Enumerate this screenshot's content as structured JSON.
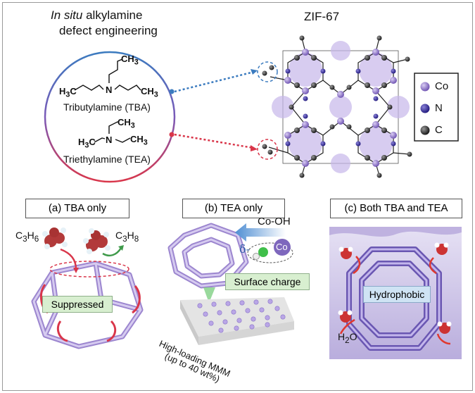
{
  "intro": {
    "title_italic": "In situ",
    "title_rest": " alkylamine",
    "title_line2": "defect engineering"
  },
  "zif": {
    "label": "ZIF-67"
  },
  "amines": {
    "tba_name": "Tributylamine (TBA)",
    "tea_name": "Triethylamine (TEA)"
  },
  "legend": {
    "co": "Co",
    "n": "N",
    "c": "C",
    "colors": {
      "co": "#8b6fc4",
      "n": "#3a2f9a",
      "c": "#2a2a2a"
    }
  },
  "panels": {
    "a": {
      "title": "(a) TBA only",
      "tag": "Suppressed",
      "left_gas": "C3H6",
      "right_gas": "C3H8"
    },
    "b": {
      "title": "(b) TEA only",
      "group": "Co-OH",
      "delta": "δ-",
      "co": "Co",
      "tag": "Surface charge",
      "membrane_1": "High-loading MMM",
      "membrane_2": "(up to 40 wt%)"
    },
    "c": {
      "title": "(c) Both TBA and TEA",
      "tag": "Hydrophobic",
      "water": "H2O"
    }
  },
  "colors": {
    "accent_blue": "#3b7bbf",
    "accent_red": "#d9364a",
    "cage": "#b8a4e0",
    "tag_bg": "#d8efd0"
  }
}
